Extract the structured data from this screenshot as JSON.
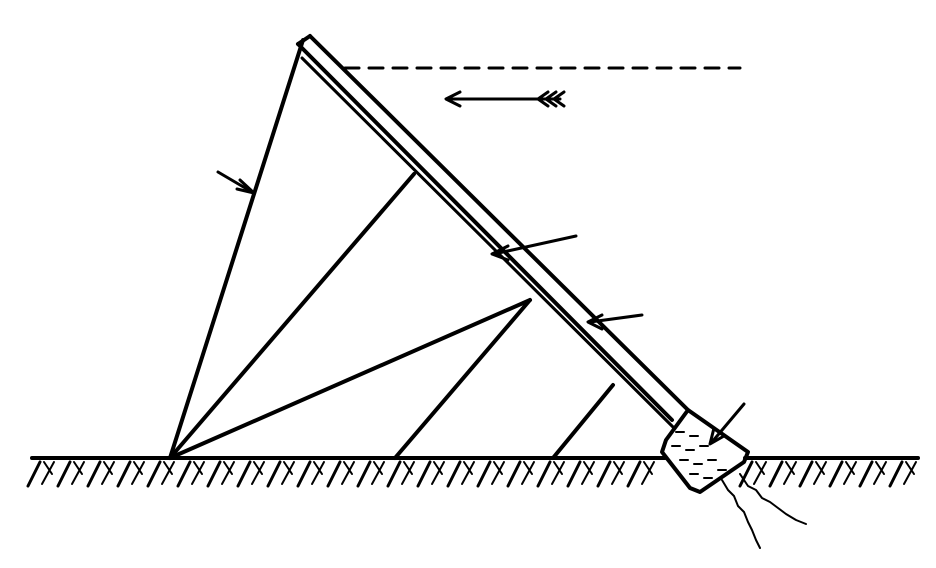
{
  "figure": {
    "description_labels": [],
    "ink_color": "#000000",
    "background_color": "#ffffff",
    "elements": {
      "ground": "ground-line-with-soil-hatching",
      "wave_arrow": "flow-direction-arrow",
      "water_level": "dashed-water-level-line",
      "frame": "triangular-support-frame",
      "slope_board": "inclined-double-board",
      "footing": "toe-footing-block",
      "seepage": "seepage-crack-lines",
      "pointers": [
        "pointer-rear-strut",
        "pointer-board-upper",
        "pointer-board-lower",
        "pointer-footing"
      ]
    }
  }
}
